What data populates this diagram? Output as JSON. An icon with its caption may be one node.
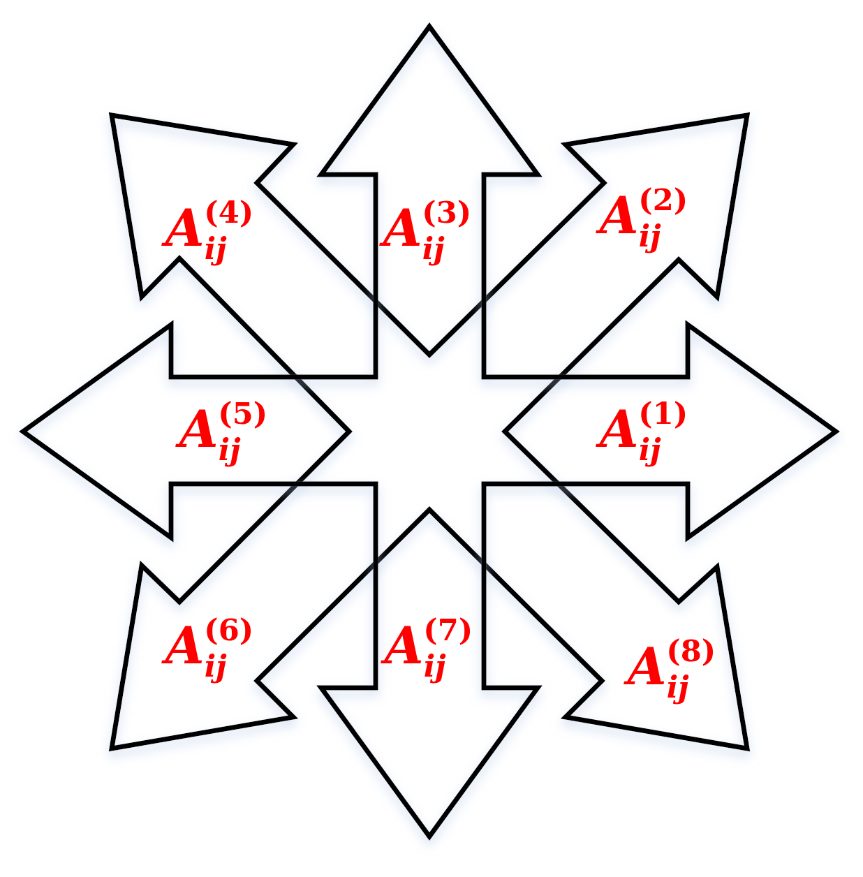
{
  "diagram": {
    "nodes": [
      {
        "text": [
          "*A*$_{ij}$$^{(4)}$"
        ]
      },
      {
        "text": [
          "*A*$_{ij}$$^{(3)}$"
        ]
      },
      {
        "text": [
          "*A*$_{ij}$$^{(2)}$"
        ]
      },
      {
        "text": [
          "*A*$_{ij}$$^{(5)}$"
        ]
      },
      {
        "text": [
          "*A*$_{ij}$$^{(1)}$"
        ]
      },
      {
        "text": [
          "*A*$_{ij}$$^{(6)}$"
        ]
      },
      {
        "text": [
          "*A*$_{ij}$$^{(7)}$"
        ]
      },
      {
        "text": [
          "*A*$_{ij}$$^{(8)}$"
        ]
      }
    ]
  }
}
